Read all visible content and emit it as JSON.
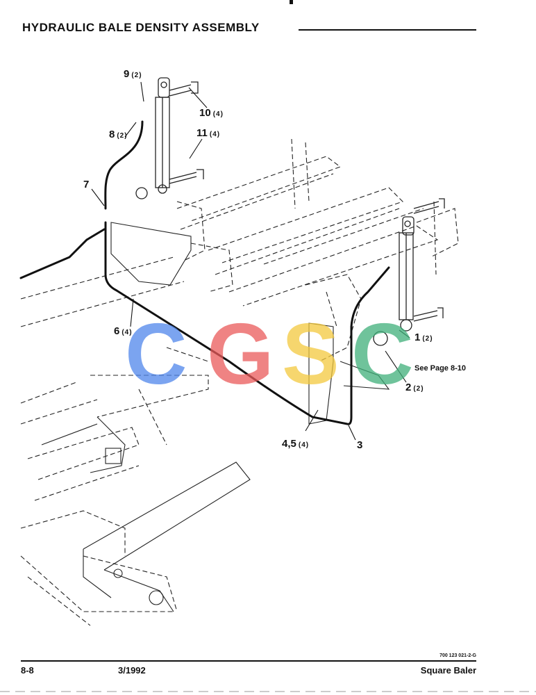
{
  "page": {
    "title": "HYDRAULIC BALE DENSITY ASSEMBLY",
    "page_number": "8-8",
    "date": "3/1992",
    "product": "Square Baler",
    "drawing_ref": "700 123 021-2-G"
  },
  "callouts": [
    {
      "id": "c9",
      "number": "9",
      "qty": "(2)"
    },
    {
      "id": "c10",
      "number": "10",
      "qty": "(4)"
    },
    {
      "id": "c11",
      "number": "11",
      "qty": "(4)"
    },
    {
      "id": "c8",
      "number": "8",
      "qty": "(2)"
    },
    {
      "id": "c7",
      "number": "7",
      "qty": ""
    },
    {
      "id": "c6",
      "number": "6",
      "qty": "(4)"
    },
    {
      "id": "c1",
      "number": "1",
      "qty": "(2)"
    },
    {
      "id": "c2",
      "number": "2",
      "qty": "(2)"
    },
    {
      "id": "c45",
      "number": "4,5",
      "qty": "(4)"
    },
    {
      "id": "c3",
      "number": "3",
      "qty": ""
    }
  ],
  "notes": {
    "see_page": "See Page 8-10"
  },
  "watermark": {
    "letters": [
      "C",
      "G",
      "S",
      "C"
    ],
    "colors": [
      "#4f86ec",
      "#ea5a5a",
      "#f3c93e",
      "#3fb07a"
    ]
  }
}
